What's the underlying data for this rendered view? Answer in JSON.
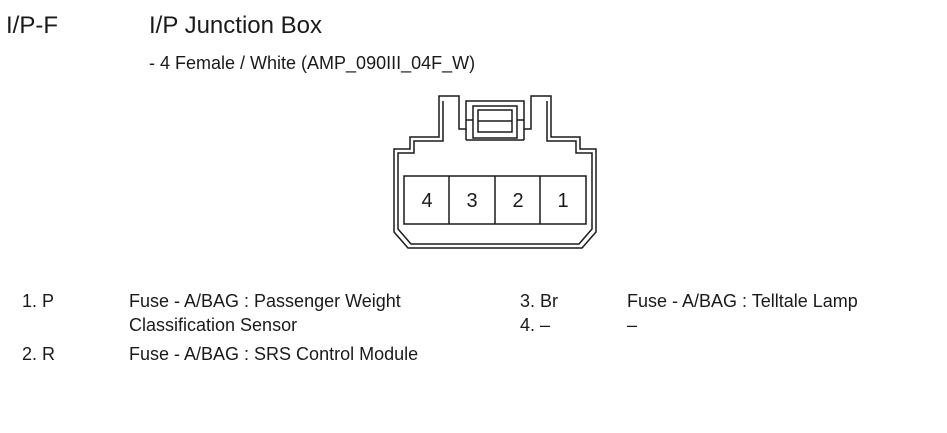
{
  "header": {
    "connector_id": "I/P-F",
    "title": "I/P Junction Box",
    "spec": "- 4 Female / White (AMP_090III_04F_W)"
  },
  "connector": {
    "pins_shown": [
      "4",
      "3",
      "2",
      "1"
    ]
  },
  "pin_table": [
    {
      "label": "1. P",
      "desc_line1": "Fuse - A/BAG : Passenger Weight",
      "desc_line2": "Classification Sensor"
    },
    {
      "label": "2. R",
      "desc_line1": "Fuse - A/BAG : SRS Control Module",
      "desc_line2": ""
    },
    {
      "label": "3. Br",
      "desc_line1": "Fuse - A/BAG : Telltale Lamp",
      "desc_line2": ""
    },
    {
      "label": "4. –",
      "desc_line1": "–",
      "desc_line2": ""
    }
  ]
}
